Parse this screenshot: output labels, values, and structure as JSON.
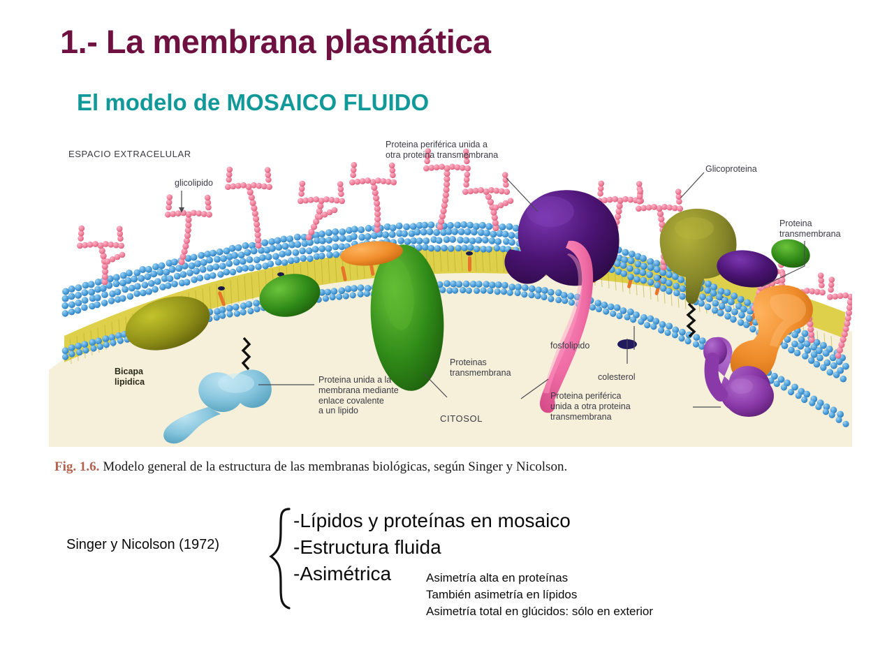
{
  "slide": {
    "title": "1.- La membrana plasmática",
    "subtitle": "El modelo de MOSAICO FLUIDO",
    "title_color": "#6e1140",
    "subtitle_color": "#119999"
  },
  "figure": {
    "caption_number": "Fig. 1.6.",
    "caption_text": "Modelo general de la estructura de las membranas biológicas, según Singer y Nicolson.",
    "caption_number_color": "#b4614f",
    "labels": {
      "extracellular_space": "ESPACIO EXTRACELULAR",
      "glycolipid": "glicolipido",
      "peripheral_protein_top": "Proteina periférica unida a\notra proteina transmembrana",
      "glycoprotein": "Glicoproteina",
      "transmembrane_protein_right": "Proteina\ntransmembrana",
      "lipid_bilayer": "Bicapa\nlipidica",
      "lipid_anchored_protein": "Proteina unida a la\nmembrana mediante\nenlace covalente\na un lipido",
      "transmembrane_proteins": "Proteinas\ntransmembrana",
      "cytosol": "CITOSOL",
      "phospholipid": "fosfolipido",
      "cholesterol": "colesterol",
      "peripheral_protein_bottom": "Proteina periférica\nunida a otra proteina\ntransmembrana"
    },
    "colors": {
      "extracellular_bg": "#ffffff",
      "cytosol_bg": "#f6f0da",
      "lipid_head": "#5aa8e0",
      "lipid_tail": "#e0d44a",
      "glycolipid_chain": "#f0859e",
      "cholesterol_marker": "#e8762a",
      "protein_green": "#3a8f20",
      "protein_purple": "#4b1473",
      "protein_pink": "#ef6ca5",
      "protein_olive": "#87872a",
      "protein_orange": "#ef8c2a",
      "protein_violet": "#8a39a8",
      "protein_lightblue": "#86c5dd",
      "protein_darkyellow": "#8f8f18"
    }
  },
  "summary": {
    "author_ref": "Singer y Nicolson (1972)",
    "bullets": [
      "-Lípidos y proteínas en mosaico",
      "-Estructura fluida",
      "-Asimétrica"
    ],
    "notes": [
      "Asimetría alta en proteínas",
      "También asimetría en lípidos",
      "Asimetría total en glúcidos: sólo en exterior"
    ]
  }
}
